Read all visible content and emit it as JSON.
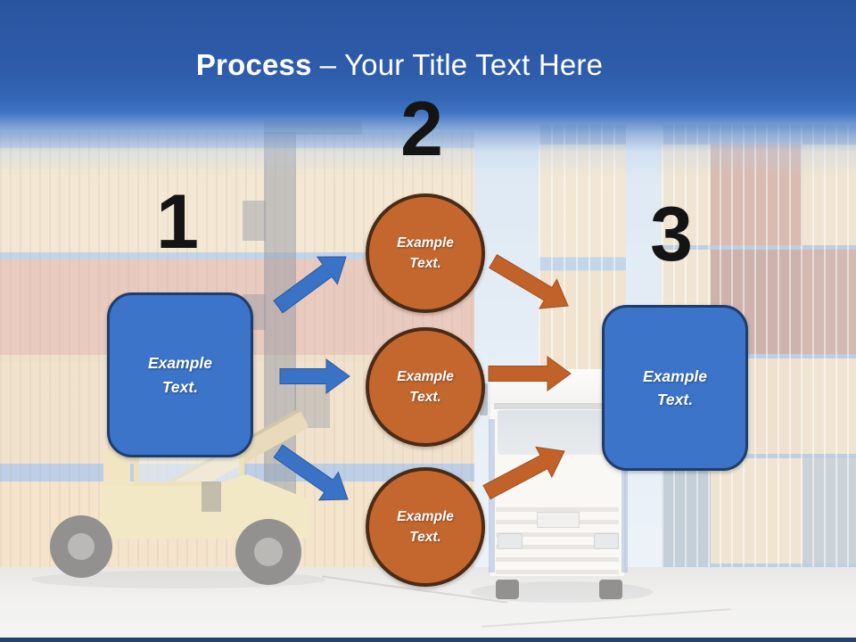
{
  "slide_title": {
    "lead": "Process",
    "rest": "– Your Title Text Here"
  },
  "steps": {
    "one": {
      "number": "1",
      "label": "Example\nText."
    },
    "two": {
      "number": "2",
      "circles": [
        {
          "label": "Example\nText."
        },
        {
          "label": "Example\nText."
        },
        {
          "label": "Example\nText."
        }
      ]
    },
    "three": {
      "number": "3",
      "label": "Example\nText."
    }
  },
  "colors": {
    "header_blue_top": "#2a549f",
    "header_blue_bottom": "#3f74c4",
    "shape_blue": "#3b74c8",
    "shape_blue_border": "#1e3d6d",
    "circle_orange": "#c4672f",
    "circle_border": "#4a2b15",
    "arrow_blue": "#3a72c6",
    "arrow_blue_edge": "#2d5a9e",
    "arrow_orange": "#c2622b",
    "arrow_orange_edge": "#9e4e20",
    "number_black": "#141414",
    "title_white": "#ffffff",
    "bottom_bar_navy": "#27426d"
  }
}
